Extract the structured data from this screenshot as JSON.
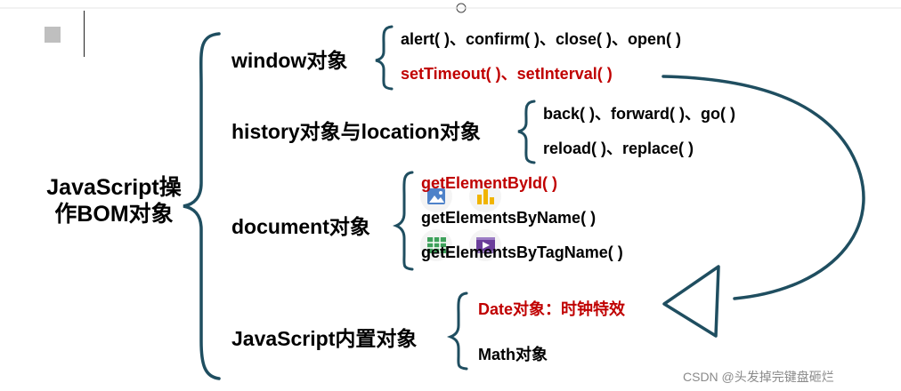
{
  "root": {
    "line1": "JavaScript操",
    "line2": "作BOM对象"
  },
  "branches": {
    "window": {
      "label": "window对象",
      "items": [
        "alert( )、confirm( )、close( )、open( )",
        "setTimeout( )、setInterval( )"
      ]
    },
    "history": {
      "label": "history对象与location对象",
      "items": [
        "back( )、forward( )、go( )",
        "reload( )、replace( )"
      ]
    },
    "document": {
      "label": "document对象",
      "items": [
        "getElementById( )",
        "getElementsByName( )",
        "getElementsByTagName( )"
      ]
    },
    "builtin": {
      "label": "JavaScript内置对象",
      "items": [
        "Date对象：时钟特效",
        "Math对象"
      ]
    }
  },
  "watermark": "CSDN @头发掉完键盘砸烂",
  "overlay_icons": [
    "image-icon",
    "bar-chart-icon",
    "table-icon",
    "video-icon"
  ],
  "colors": {
    "text": "#000000",
    "highlight": "#c00000",
    "brace": "#1f4e60",
    "arrow": "#1f4e60"
  }
}
